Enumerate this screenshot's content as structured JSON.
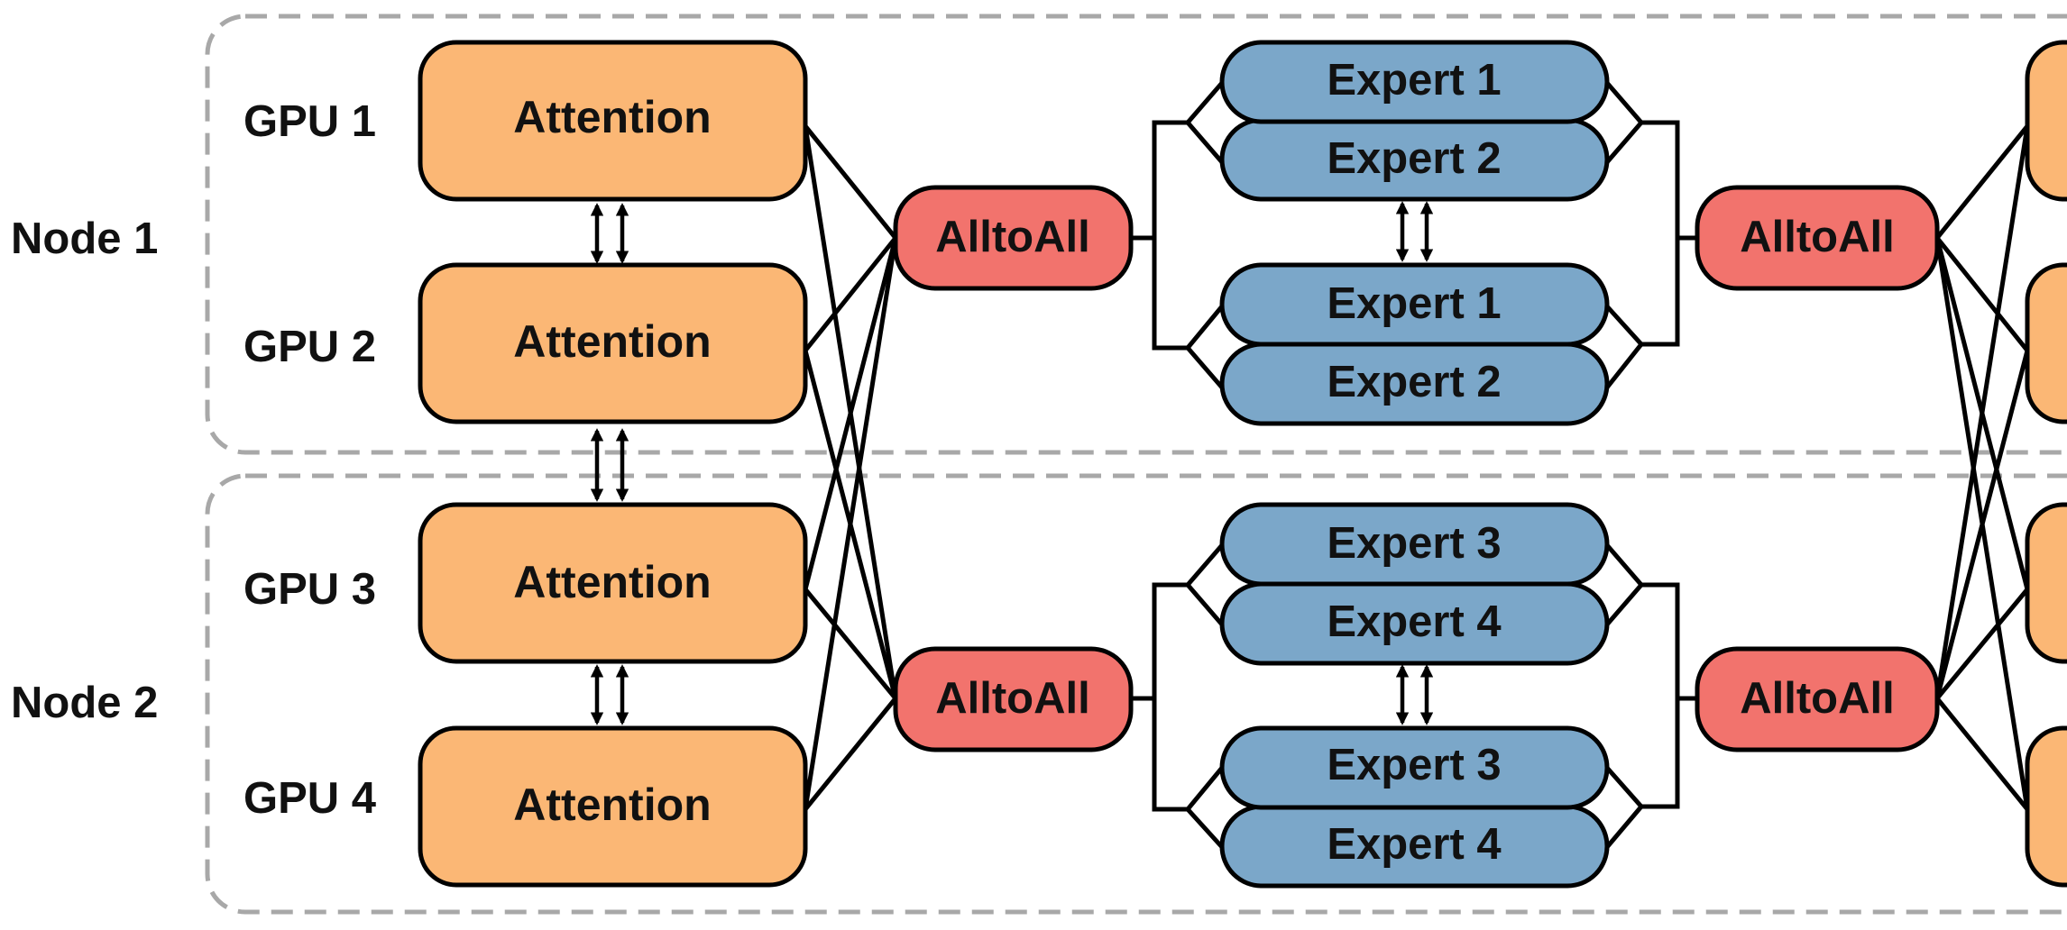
{
  "colors": {
    "attention_fill": "#fbb775",
    "alltoall_fill": "#f2736d",
    "expert_fill": "#7ba7c9",
    "node_border": "#a8a8a8",
    "stroke": "#000000"
  },
  "nodes": [
    {
      "label": "Node 1"
    },
    {
      "label": "Node 2"
    }
  ],
  "gpus": [
    {
      "label": "GPU 1",
      "block": "Attention"
    },
    {
      "label": "GPU 2",
      "block": "Attention"
    },
    {
      "label": "GPU 3",
      "block": "Attention"
    },
    {
      "label": "GPU 4",
      "block": "Attention"
    }
  ],
  "alltoall_left": [
    "AlltoAll",
    "AlltoAll"
  ],
  "alltoall_right": [
    "AlltoAll",
    "AlltoAll"
  ],
  "expert_groups": [
    {
      "top": "Expert 1",
      "bottom": "Expert 2"
    },
    {
      "top": "Expert 1",
      "bottom": "Expert 2"
    },
    {
      "top": "Expert 3",
      "bottom": "Expert 4"
    },
    {
      "top": "Expert 3",
      "bottom": "Expert 4"
    }
  ]
}
